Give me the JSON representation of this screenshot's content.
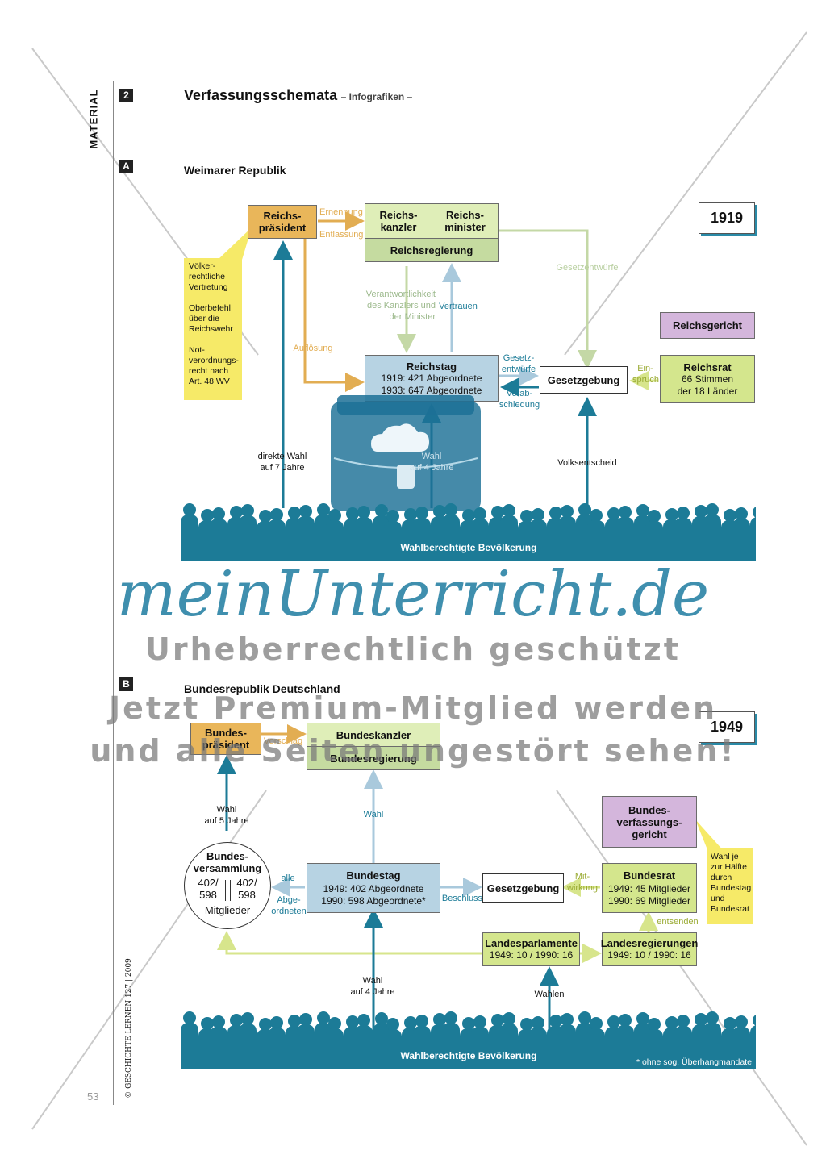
{
  "sidebar": {
    "material_label": "MATERIAL",
    "material_number": "2",
    "copyright": "© GESCHICHTE LERNEN  127 | 2009",
    "page_number": "53"
  },
  "header": {
    "title": "Verfassungsschemata",
    "subtitle": "– Infografiken –"
  },
  "section_a": {
    "badge": "A",
    "heading": "Weimarer Republik",
    "year": "1919",
    "reichspraesident": "Reichs-\npräsident",
    "reichskanzler": "Reichs-\nkanzler",
    "reichsminister": "Reichs-\nminister",
    "reichsregierung": "Reichsregierung",
    "ernennung": "Ernennung",
    "entlassung": "Entlassung",
    "gesetzentwuerfe_top": "Gesetzentwürfe",
    "note_lines": "Völker-\nrechtliche\nVertretung\n\nOberbefehl\nüber die\nReichswehr\n\nNot-\nverordnungs-\nrecht nach\nArt. 48 WV",
    "verantwortlichkeit": "Verantwortlichkeit\ndes Kanzlers und\nder Minister",
    "vertrauen": "Vertrauen",
    "aufloesung": "Auflösung",
    "reichsgericht": "Reichsgericht",
    "reichstag_title": "Reichstag",
    "reichstag_line1": "1919: 421 Abgeordnete",
    "reichstag_line2": "1933: 647 Abgeordnete",
    "gesetzentwuerfe_mid": "Gesetz-\nentwürfe",
    "verabschiedung": "Verab-\nschiedung",
    "gesetzgebung": "Gesetzgebung",
    "einspruch": "Ein-\nspruch",
    "reichsrat_title": "Reichsrat",
    "reichsrat_line1": "66 Stimmen",
    "reichsrat_line2": "der 18 Länder",
    "direkte_wahl": "direkte Wahl\nauf 7 Jahre",
    "wahl_4": "Wahl\nauf 4 Jahre",
    "volksentscheid": "Volksentscheid",
    "bevoelkerung": "Wahlberechtigte Bevölkerung"
  },
  "watermark": {
    "brand": "meinUnterricht.de",
    "line1": "Urheberrechtlich geschützt",
    "line2": "Jetzt Premium-Mitglied werden",
    "line3": "und alle Seiten ungestört sehen!"
  },
  "section_b": {
    "badge": "B",
    "heading": "Bundesrepublik Deutschland",
    "year": "1949",
    "bundespraesident": "Bundes-\npräsident",
    "vorschlag": "Vorschlag",
    "bundeskanzler": "Bundeskanzler",
    "bundesregierung": "Bundesregierung",
    "wahl_5": "Wahl\nauf 5 Jahre",
    "wahl": "Wahl",
    "bvg": "Bundes-\nverfassungs-\ngericht",
    "bvg_note": "Wahl je\nzur Hälfte\ndurch\nBundestag\nund\nBundesrat",
    "bv_title": "Bundes-\nversammlung",
    "bv_left": "402/\n598",
    "bv_right": "402/\n598",
    "bv_bottom": "Mitglieder",
    "alle": "alle",
    "abgeordneten": "Abge-\nordneten",
    "bundestag_title": "Bundestag",
    "bundestag_line1": "1949: 402 Abgeordnete",
    "bundestag_line2": "1990: 598 Abgeordnete*",
    "beschluss": "Beschluss",
    "gesetzgebung": "Gesetzgebung",
    "mitwirkung": "Mit-\nwirkung",
    "bundesrat_title": "Bundesrat",
    "bundesrat_line1": "1949: 45 Mitglieder",
    "bundesrat_line2": "1990: 69 Mitglieder",
    "entsenden": "entsenden",
    "landesparlamente_title": "Landesparlamente",
    "landesparlamente_line": "1949: 10 / 1990: 16",
    "landesregierungen_title": "Landesregierungen",
    "landesregierungen_line": "1949: 10 / 1990: 16",
    "wahl_4": "Wahl\nauf 4 Jahre",
    "wahlen": "Wahlen",
    "bevoelkerung": "Wahlberechtigte Bevölkerung",
    "footnote": "* ohne sog. Überhangmandate"
  }
}
